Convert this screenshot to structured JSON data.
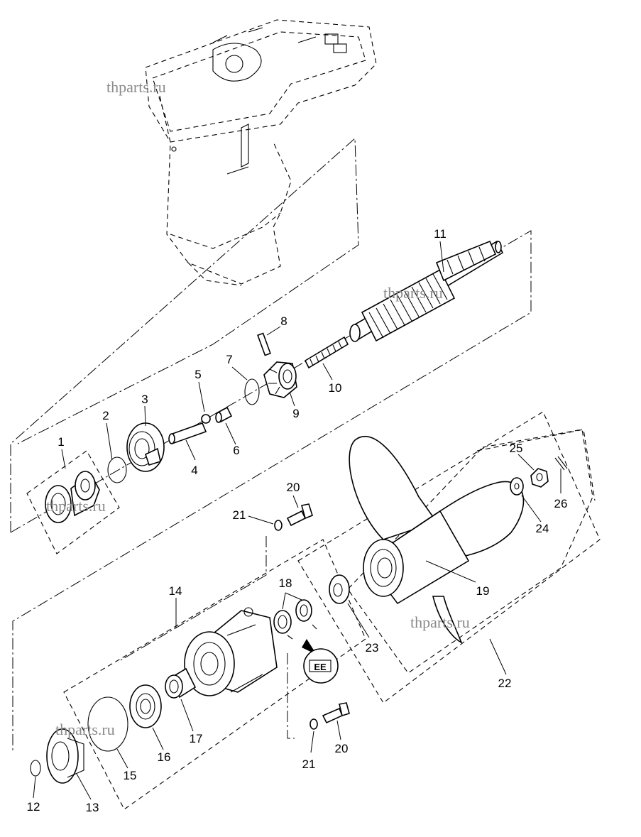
{
  "watermark": "thparts.ru",
  "callouts": {
    "p1": "1",
    "p2": "2",
    "p3": "3",
    "p4": "4",
    "p5": "5",
    "p6": "6",
    "p7": "7",
    "p8": "8",
    "p9": "9",
    "p10": "10",
    "p11": "11",
    "p12": "12",
    "p13": "13",
    "p14": "14",
    "p15": "15",
    "p16": "16",
    "p17": "17",
    "p18": "18",
    "p19": "19",
    "p20a": "20",
    "p20b": "20",
    "p21a": "21",
    "p21b": "21",
    "p22": "22",
    "p23": "23",
    "p24": "24",
    "p25": "25",
    "p26": "26"
  },
  "badge": "EE",
  "icons": {
    "grease": "grease-badge-icon"
  }
}
